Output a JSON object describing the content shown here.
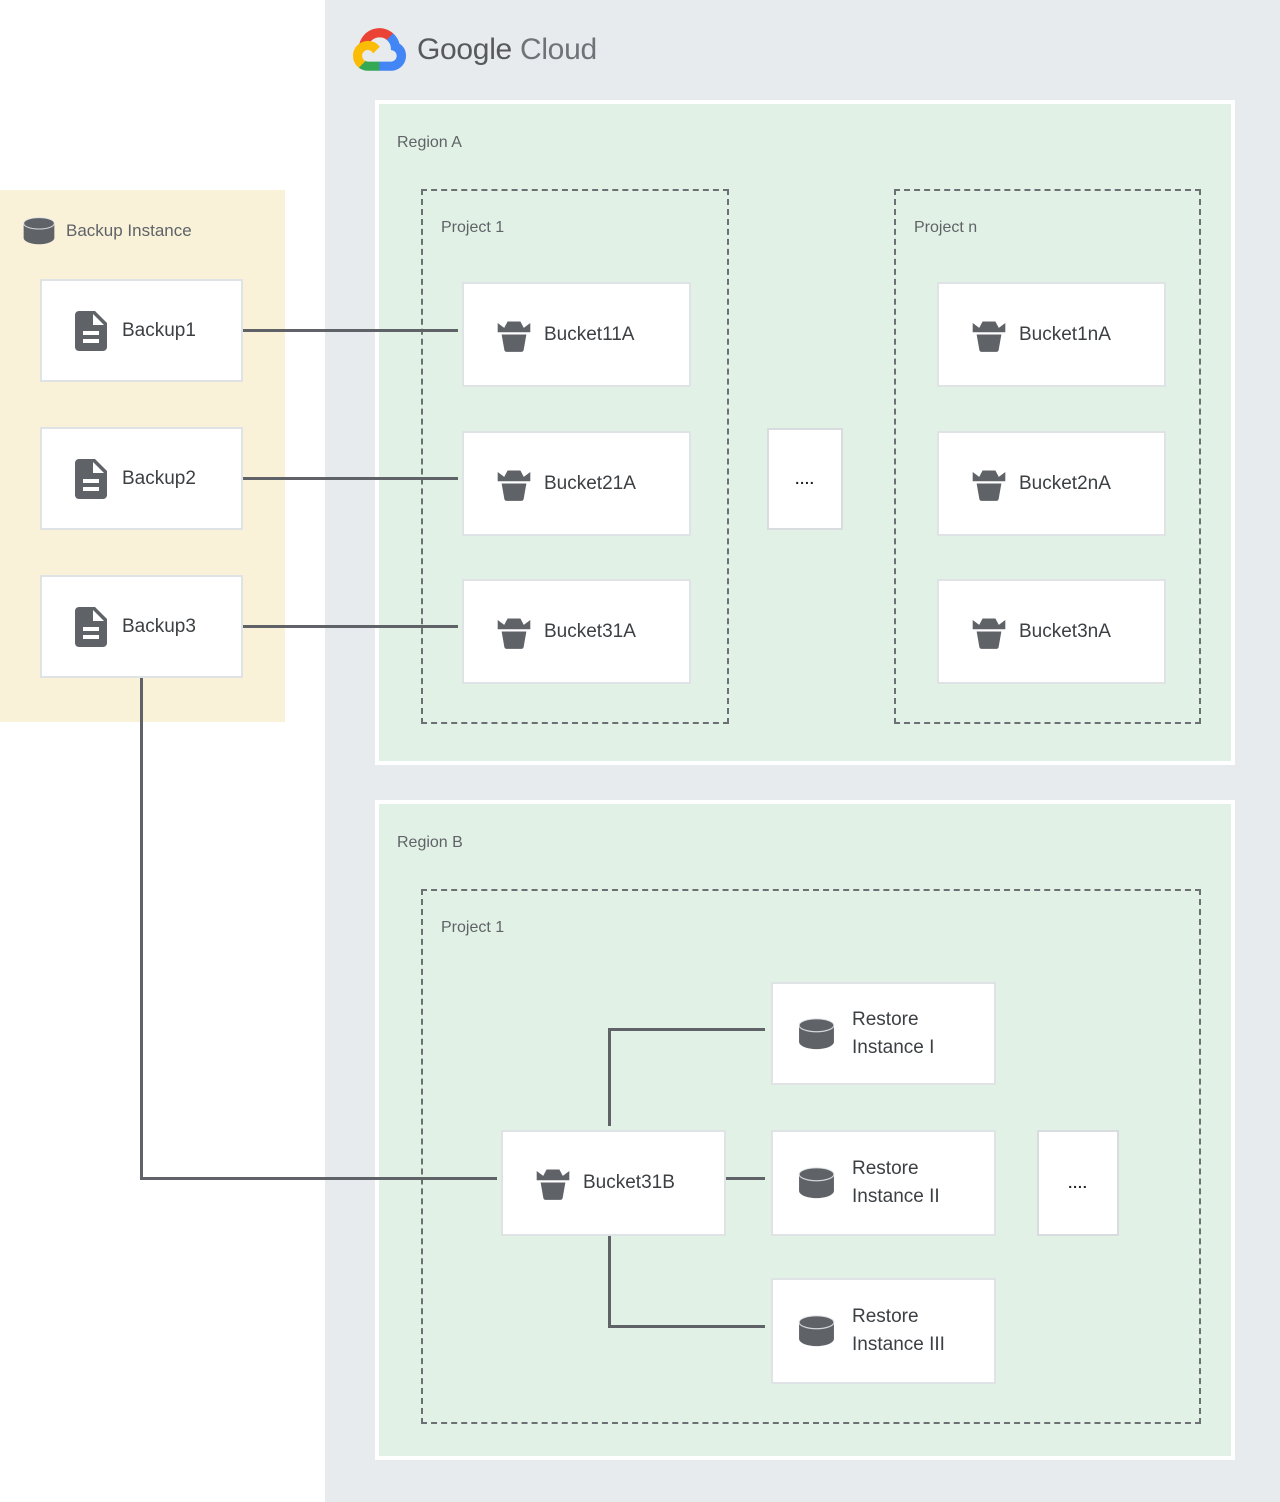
{
  "logo": {
    "brand": "Google",
    "product": "Cloud"
  },
  "backup_panel": {
    "title": "Backup Instance",
    "items": [
      {
        "label": "Backup1"
      },
      {
        "label": "Backup2"
      },
      {
        "label": "Backup3"
      }
    ]
  },
  "region_a": {
    "label": "Region A",
    "project_1": {
      "label": "Project 1",
      "buckets": [
        {
          "label": "Bucket11A"
        },
        {
          "label": "Bucket21A"
        },
        {
          "label": "Bucket31A"
        }
      ]
    },
    "ellipsis": "....",
    "project_n": {
      "label": "Project n",
      "buckets": [
        {
          "label": "Bucket1nA"
        },
        {
          "label": "Bucket2nA"
        },
        {
          "label": "Bucket3nA"
        }
      ]
    }
  },
  "region_b": {
    "label": "Region B",
    "project_1": {
      "label": "Project 1",
      "bucket": {
        "label": "Bucket31B"
      },
      "ellipsis": "....",
      "restore_instances": [
        {
          "line1": "Restore",
          "line2": "Instance I"
        },
        {
          "line1": "Restore",
          "line2": "Instance II"
        },
        {
          "line1": "Restore",
          "line2": "Instance III"
        }
      ]
    }
  },
  "colors": {
    "cloud_bg": "#E8EBEE",
    "region_bg": "#E2F1E6",
    "backup_bg": "#FAF2D8",
    "node_bg": "#FFFFFF",
    "line": "#5F6368",
    "icon": "#5F6368",
    "label_text": "#5F6368",
    "node_text": "#3C4043",
    "logo_red": "#EA4335",
    "logo_blue": "#4285F4",
    "logo_green": "#34A853",
    "logo_yellow": "#FBBC05"
  }
}
